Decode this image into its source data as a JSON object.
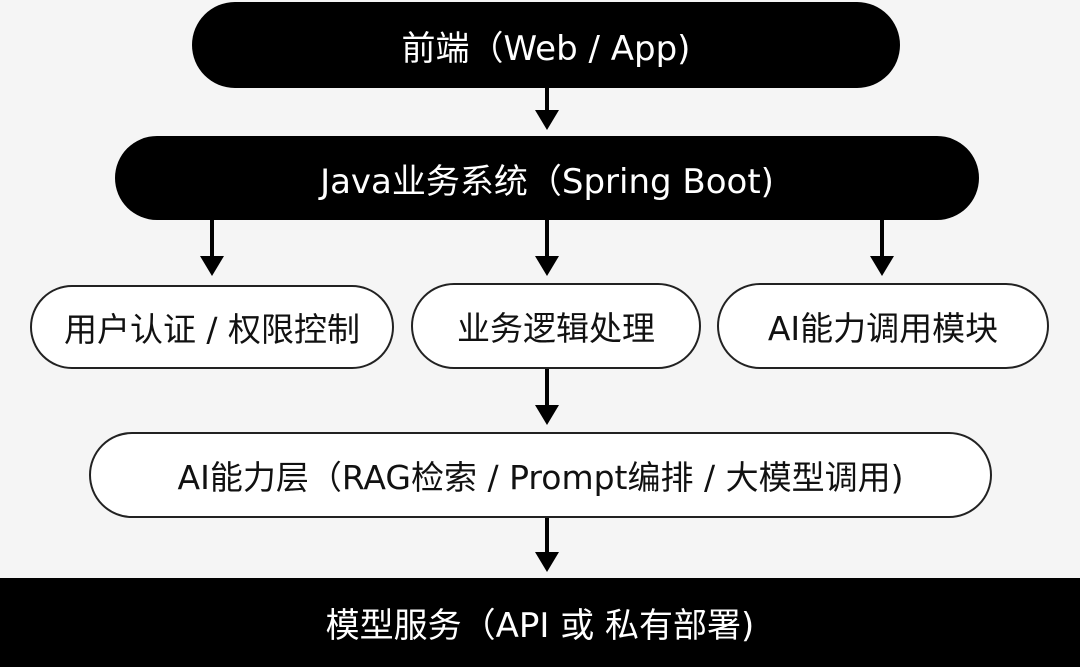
{
  "nodes": {
    "frontend": "前端（Web / App)",
    "java": "Java业务系统（Spring Boot)",
    "auth": "用户认证 / 权限控制",
    "business": "业务逻辑处理",
    "ai_module": "AI能力调用模块",
    "ai_layer": "AI能力层（RAG检索 / Prompt编排 / 大模型调用)",
    "model_service": "模型服务（API 或 私有部署)"
  },
  "colors": {
    "dark_fill": "#000000",
    "light_fill": "#ffffff",
    "background": "#f5f5f5",
    "arrow": "#000000"
  }
}
